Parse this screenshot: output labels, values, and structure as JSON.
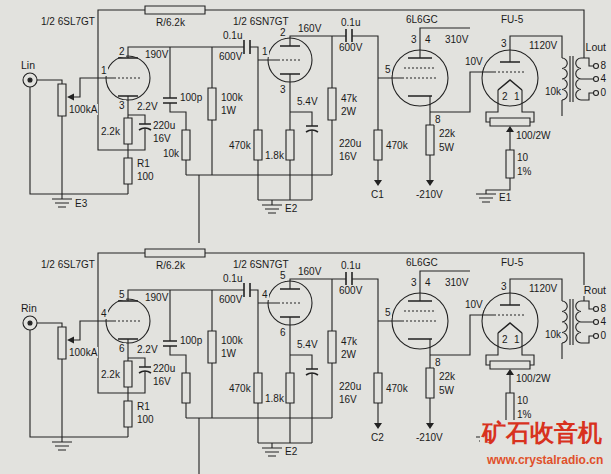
{
  "diagram": {
    "labels": [
      "1/2 6SL7GT",
      "R/6.2k",
      "Lin",
      "100kA",
      "2",
      "1",
      "3",
      "190V",
      "2.2V",
      "2.2k",
      "220u",
      "16V",
      "100p",
      "10k",
      "100k",
      "1W",
      "0.1u",
      "600V",
      "R1",
      "100",
      "E3",
      "1/2 6SN7GT",
      "2",
      "1",
      "3",
      "160V",
      "5.4V",
      "470k",
      "1.8k",
      "220u",
      "16V",
      "E2",
      "0.1u",
      "600V",
      "47k",
      "2W",
      "6L6GC",
      "3",
      "4",
      "310V",
      "5",
      "8",
      "470k",
      "C1",
      "22k",
      "5W",
      "-210V",
      "FU-5",
      "3",
      "10V",
      "2",
      "1",
      "1120V",
      "100/2W",
      "10",
      "1%",
      "E1",
      "10k",
      "Lout",
      "8",
      "4",
      "0",
      "1/2 6SL7GT",
      "R/6.2k",
      "Rin",
      "100kA",
      "5",
      "4",
      "6",
      "190V",
      "2.2V",
      "2.2k",
      "220u",
      "16V",
      "100p",
      "100k",
      "1W",
      "0.1u",
      "600V",
      "R1",
      "100",
      "1/2 6SN7GT",
      "5",
      "4",
      "6",
      "160V",
      "5.4V",
      "470k",
      "1.8k",
      "220u",
      "16V",
      "E2",
      "0.1u",
      "600V",
      "47k",
      "2W",
      "6L6GC",
      "3",
      "4",
      "310V",
      "5",
      "8",
      "470k",
      "C2",
      "22k",
      "5W",
      "-210V",
      "FU-5",
      "3",
      "10V",
      "2",
      "1",
      "1120V",
      "100/2W",
      "10",
      "1%",
      "10k",
      "Rout",
      "8",
      "4",
      "0",
      "矿石收音机",
      "www.crystalradio.cn"
    ]
  }
}
